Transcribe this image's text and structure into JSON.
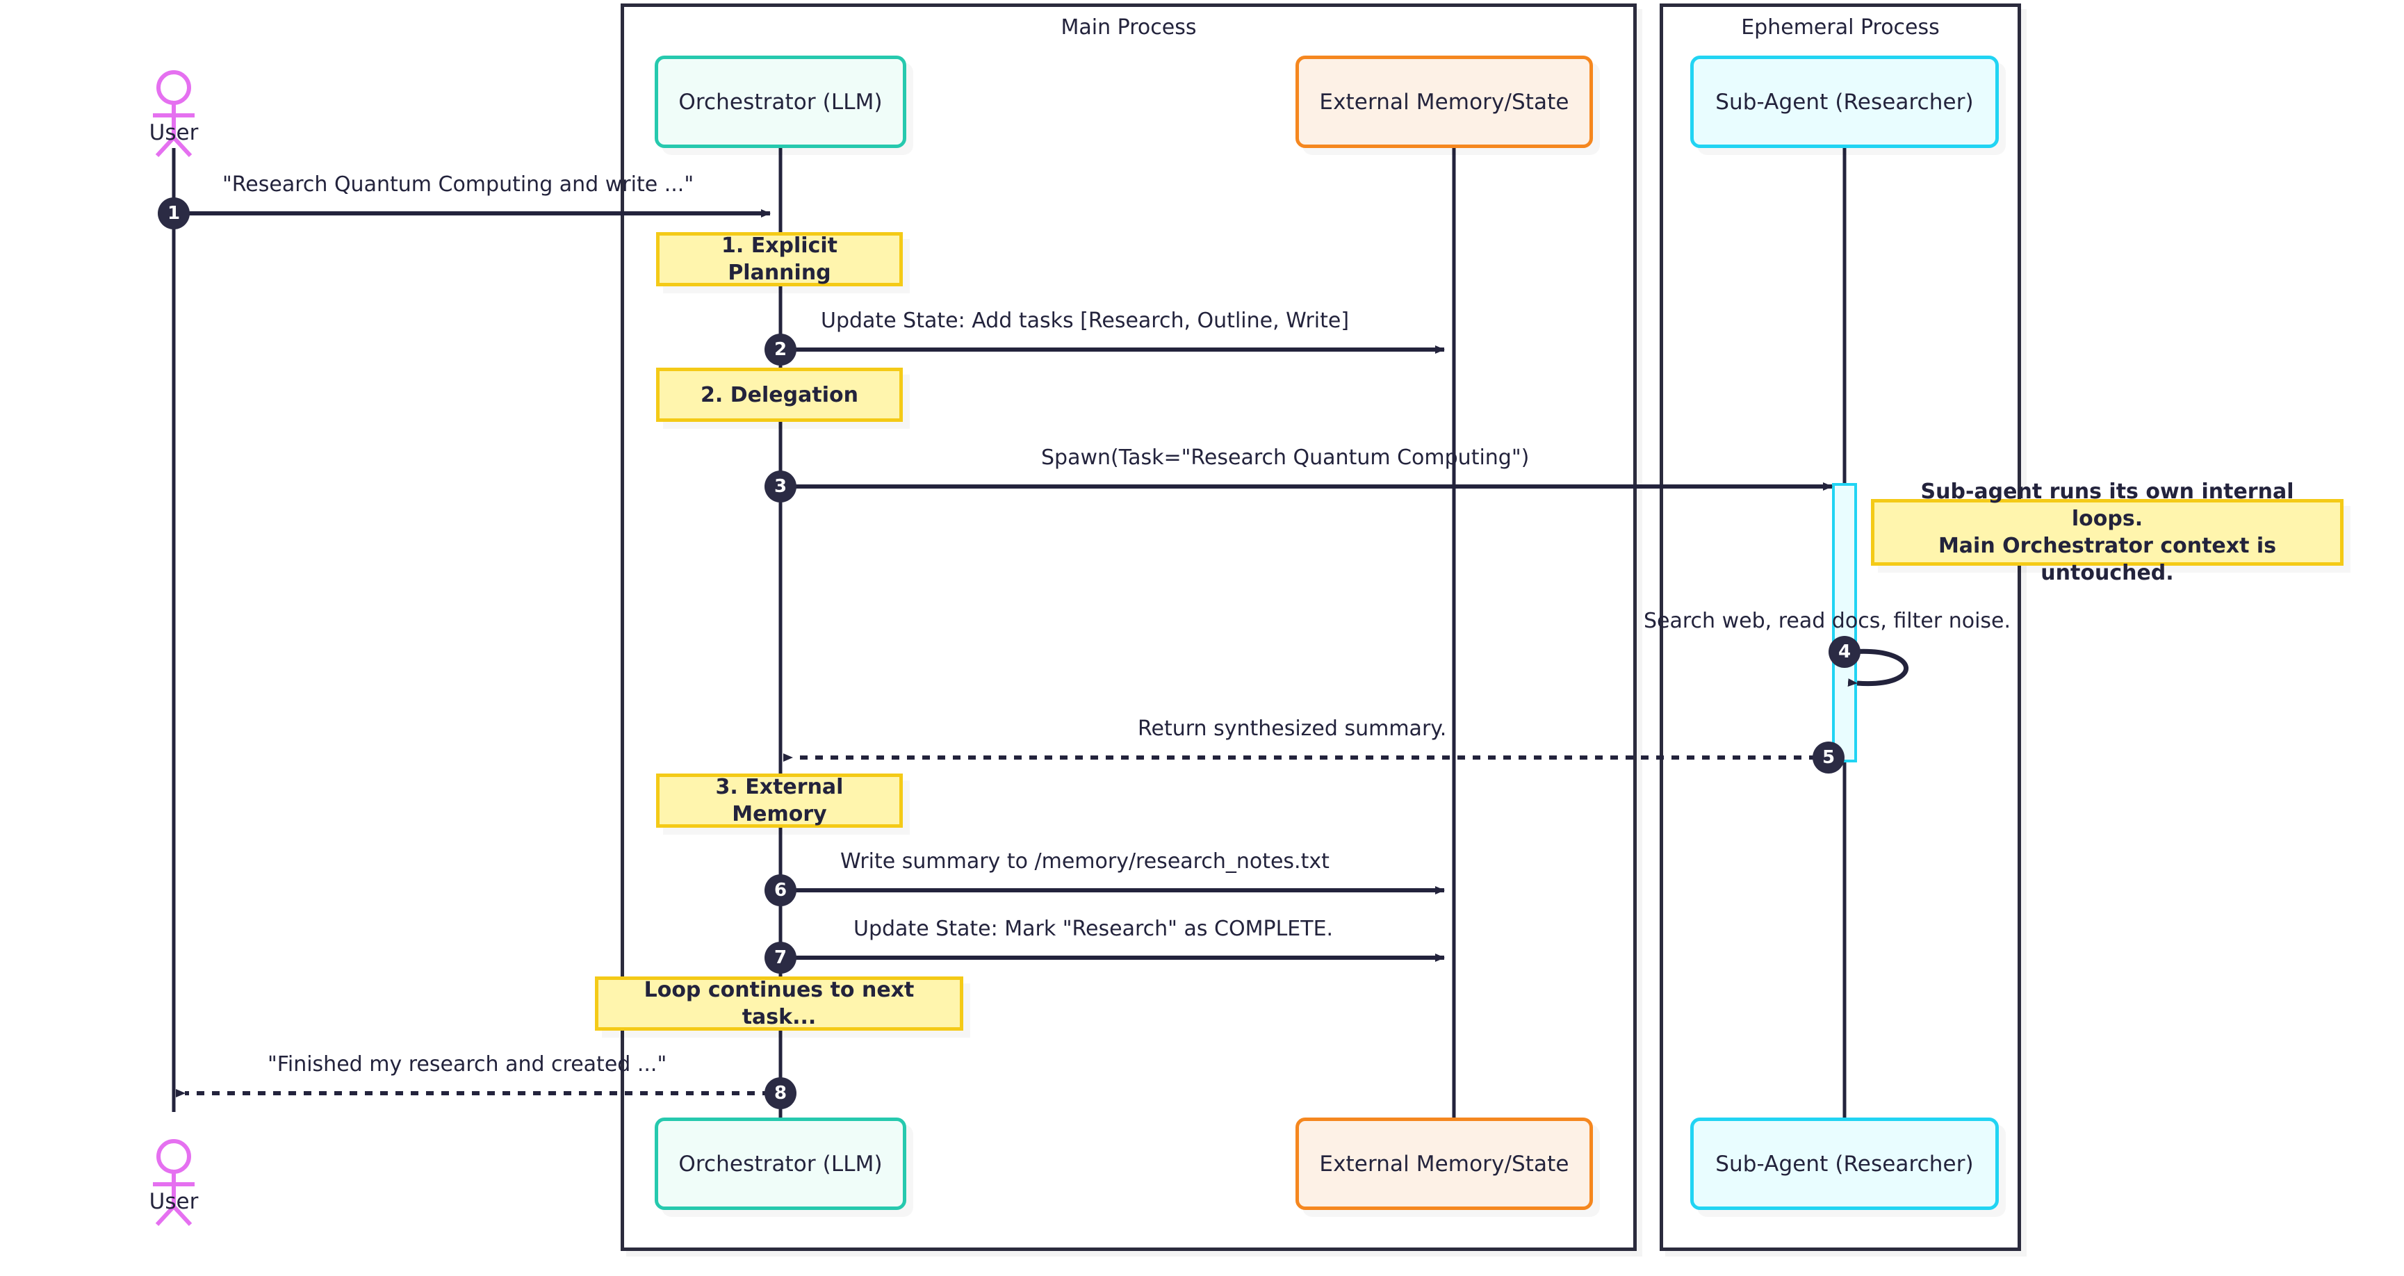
{
  "diagram": {
    "type": "sequence-diagram",
    "title": "Orchestrator sub-agent delegation sequence",
    "colors": {
      "orchestrator_border": "#26c9ae",
      "orchestrator_fill": "#f0fdf9",
      "memory_border": "#f5871f",
      "memory_fill": "#fdf1e6",
      "subagent_border": "#21d4f3",
      "subagent_fill": "#e9fdff",
      "note_border": "#f4ca17",
      "note_fill": "#fff5ad",
      "actor_color": "#e570f0",
      "line_color": "#23233c",
      "activation_fill": "#e9fdff"
    }
  },
  "groups": [
    {
      "id": "main-process",
      "label": "Main Process"
    },
    {
      "id": "ephemeral-process",
      "label": "Ephemeral Process"
    }
  ],
  "actors": [
    {
      "id": "user",
      "label": "User",
      "kind": "stick-figure"
    }
  ],
  "participants": [
    {
      "id": "orchestrator",
      "label": "Orchestrator (LLM)",
      "style": "teal",
      "group": "main-process"
    },
    {
      "id": "memory",
      "label": "External Memory/State",
      "style": "orange",
      "group": "main-process"
    },
    {
      "id": "subagent",
      "label": "Sub-Agent (Researcher)",
      "style": "cyan",
      "group": "ephemeral-process"
    }
  ],
  "participants_bottom": [
    {
      "id": "orchestrator-b",
      "label": "Orchestrator (LLM)",
      "style": "teal"
    },
    {
      "id": "memory-b",
      "label": "External Memory/State",
      "style": "orange"
    },
    {
      "id": "subagent-b",
      "label": "Sub-Agent (Researcher)",
      "style": "cyan"
    }
  ],
  "messages": [
    {
      "seq": "1",
      "from": "user",
      "to": "orchestrator",
      "text": "\"Research Quantum Computing and write ...\"",
      "line": "solid",
      "direction": "right"
    },
    {
      "seq": "2",
      "from": "orchestrator",
      "to": "memory",
      "text": "Update State: Add tasks [Research, Outline, Write]",
      "line": "solid",
      "direction": "right"
    },
    {
      "seq": "3",
      "from": "orchestrator",
      "to": "subagent",
      "text": "Spawn(Task=\"Research Quantum Computing\")",
      "line": "solid",
      "direction": "right"
    },
    {
      "seq": "4",
      "from": "subagent",
      "to": "subagent",
      "text": "Search web, read docs, filter noise.",
      "line": "solid",
      "direction": "self-loop"
    },
    {
      "seq": "5",
      "from": "subagent",
      "to": "orchestrator",
      "text": "Return synthesized summary.",
      "line": "dotted",
      "direction": "left"
    },
    {
      "seq": "6",
      "from": "orchestrator",
      "to": "memory",
      "text": "Write summary to /memory/research_notes.txt",
      "line": "solid",
      "direction": "right"
    },
    {
      "seq": "7",
      "from": "orchestrator",
      "to": "memory",
      "text": "Update State: Mark \"Research\" as COMPLETE.",
      "line": "solid",
      "direction": "right"
    },
    {
      "seq": "8",
      "from": "orchestrator",
      "to": "user",
      "text": "\"Finished my research and created ...\"",
      "line": "dotted",
      "direction": "left"
    }
  ],
  "notes": [
    {
      "id": "note-planning",
      "lines": [
        "1. Explicit Planning"
      ],
      "over": "orchestrator"
    },
    {
      "id": "note-delegation",
      "lines": [
        "2. Delegation"
      ],
      "over": "orchestrator"
    },
    {
      "id": "note-subagent-loops",
      "lines": [
        "Sub-agent runs its own internal loops.",
        "Main Orchestrator context is untouched."
      ],
      "over": "subagent"
    },
    {
      "id": "note-external-memory",
      "lines": [
        "3. External Memory"
      ],
      "over": "orchestrator"
    },
    {
      "id": "note-loop-continues",
      "lines": [
        "Loop continues to next task..."
      ],
      "over": "orchestrator"
    }
  ]
}
